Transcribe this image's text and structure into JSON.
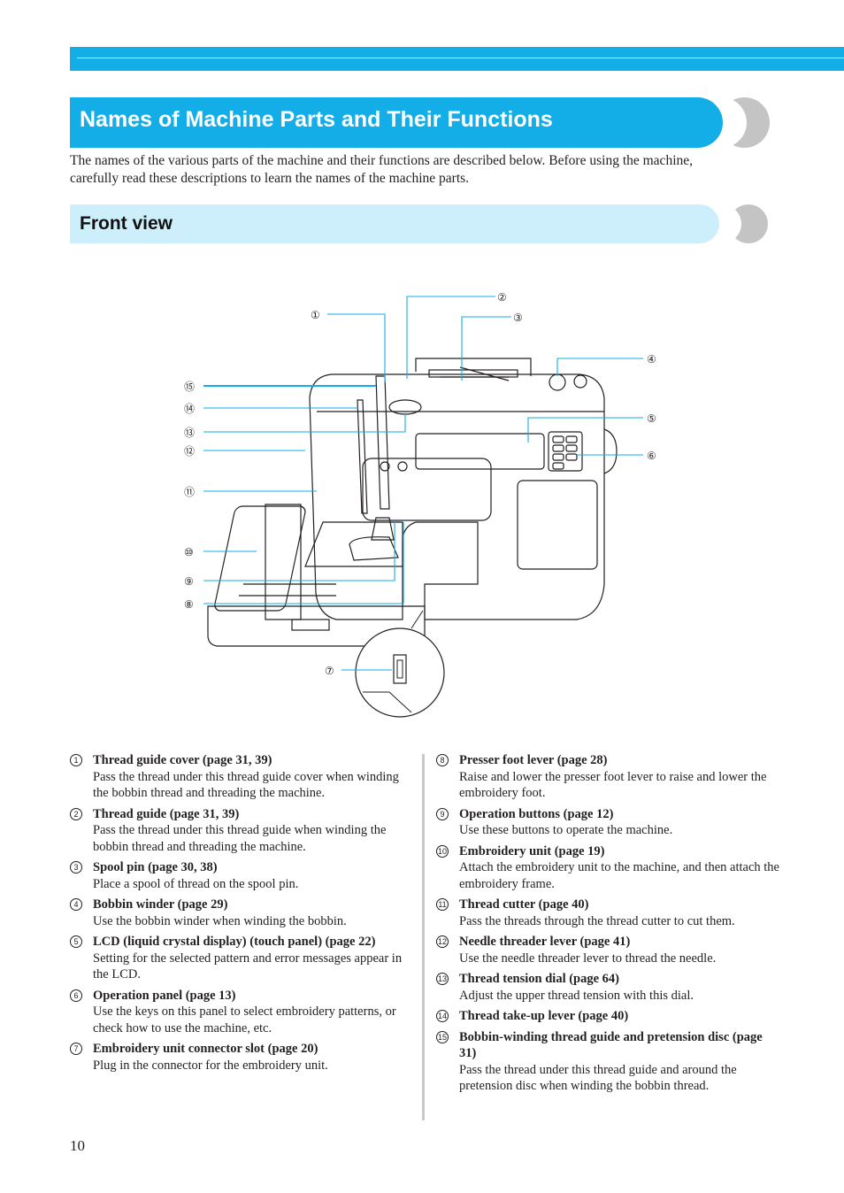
{
  "header": {
    "title": "Names of Machine Parts and Their Functions",
    "intro": "The names of the various parts of the machine and their functions are described below. Before using the machine, carefully read these descriptions to learn the names of the machine parts.",
    "section_title": "Front view"
  },
  "callouts": [
    "①",
    "②",
    "③",
    "④",
    "⑤",
    "⑥",
    "⑦",
    "⑧",
    "⑨",
    "⑩",
    "⑪",
    "⑫",
    "⑬",
    "⑭",
    "⑮"
  ],
  "parts_left": [
    {
      "num": "1",
      "head": "Thread guide cover (page 31, 39)",
      "desc": "Pass the thread under this thread guide cover when winding the bobbin thread and threading the machine."
    },
    {
      "num": "2",
      "head": "Thread guide (page 31, 39)",
      "desc": "Pass the thread under this thread guide when winding the bobbin thread and threading the machine."
    },
    {
      "num": "3",
      "head": "Spool pin (page 30, 38)",
      "desc": "Place a spool of thread on the spool pin."
    },
    {
      "num": "4",
      "head": "Bobbin winder (page 29)",
      "desc": "Use the bobbin winder when winding the bobbin."
    },
    {
      "num": "5",
      "head": "LCD (liquid crystal display) (touch panel) (page 22)",
      "desc": "Setting for the selected pattern and error messages appear in the LCD."
    },
    {
      "num": "6",
      "head": "Operation panel (page 13)",
      "desc": "Use the keys on this panel to select embroidery patterns, or check how to use the machine, etc."
    },
    {
      "num": "7",
      "head": "Embroidery unit connector slot (page 20)",
      "desc": "Plug in the connector for the embroidery unit."
    }
  ],
  "parts_right": [
    {
      "num": "8",
      "head": "Presser foot lever (page 28)",
      "desc": "Raise and lower the presser foot lever to raise and lower the embroidery foot."
    },
    {
      "num": "9",
      "head": "Operation buttons (page 12)",
      "desc": "Use these buttons to operate the machine."
    },
    {
      "num": "10",
      "head": "Embroidery unit (page 19)",
      "desc": "Attach the embroidery unit to the machine, and then attach the embroidery frame."
    },
    {
      "num": "11",
      "head": "Thread cutter (page 40)",
      "desc": "Pass the threads through the thread cutter to cut them."
    },
    {
      "num": "12",
      "head": "Needle threader lever (page 41)",
      "desc": "Use the needle threader lever to thread the needle."
    },
    {
      "num": "13",
      "head": "Thread tension dial (page 64)",
      "desc": "Adjust the upper thread tension with this dial."
    },
    {
      "num": "14",
      "head": "Thread take-up lever (page 40)",
      "desc": ""
    },
    {
      "num": "15",
      "head": "Bobbin-winding thread guide and pretension disc (page 31)",
      "desc": "Pass the thread under this thread guide and around the pretension disc when winding the bobbin thread."
    }
  ],
  "page_number": "10",
  "colors": {
    "accent": "#13aee8",
    "accent_light": "#cdeffb",
    "deco_grey": "#c4c4c4"
  }
}
